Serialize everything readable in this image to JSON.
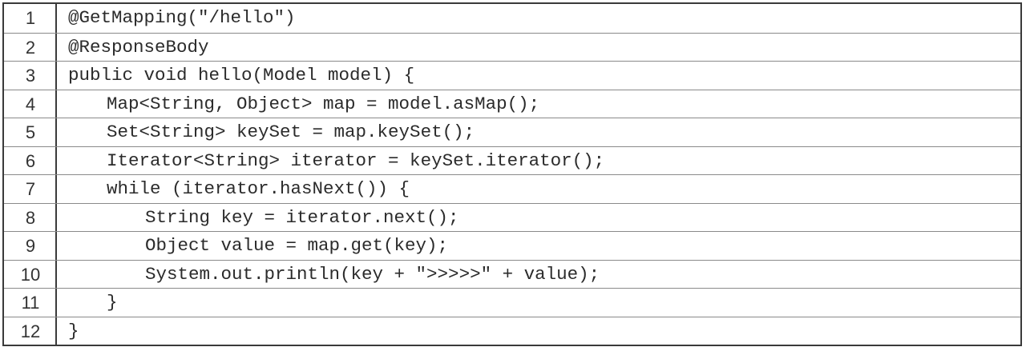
{
  "code_listing": {
    "lines": [
      {
        "num": "1",
        "indent": 0,
        "text": "@GetMapping(\"/hello\")"
      },
      {
        "num": "2",
        "indent": 0,
        "text": "@ResponseBody"
      },
      {
        "num": "3",
        "indent": 0,
        "text": "public void hello(Model model) {"
      },
      {
        "num": "4",
        "indent": 1,
        "text": "Map<String, Object> map = model.asMap();"
      },
      {
        "num": "5",
        "indent": 1,
        "text": "Set<String> keySet = map.keySet();"
      },
      {
        "num": "6",
        "indent": 1,
        "text": "Iterator<String> iterator = keySet.iterator();"
      },
      {
        "num": "7",
        "indent": 1,
        "text": "while (iterator.hasNext()) {"
      },
      {
        "num": "8",
        "indent": 2,
        "text": "String key = iterator.next();"
      },
      {
        "num": "9",
        "indent": 2,
        "text": "Object value = map.get(key);"
      },
      {
        "num": "10",
        "indent": 2,
        "text": "System.out.println(key + \">>>>>\" + value);"
      },
      {
        "num": "11",
        "indent": 1,
        "text": "}"
      },
      {
        "num": "12",
        "indent": 0,
        "text": "}"
      }
    ]
  }
}
